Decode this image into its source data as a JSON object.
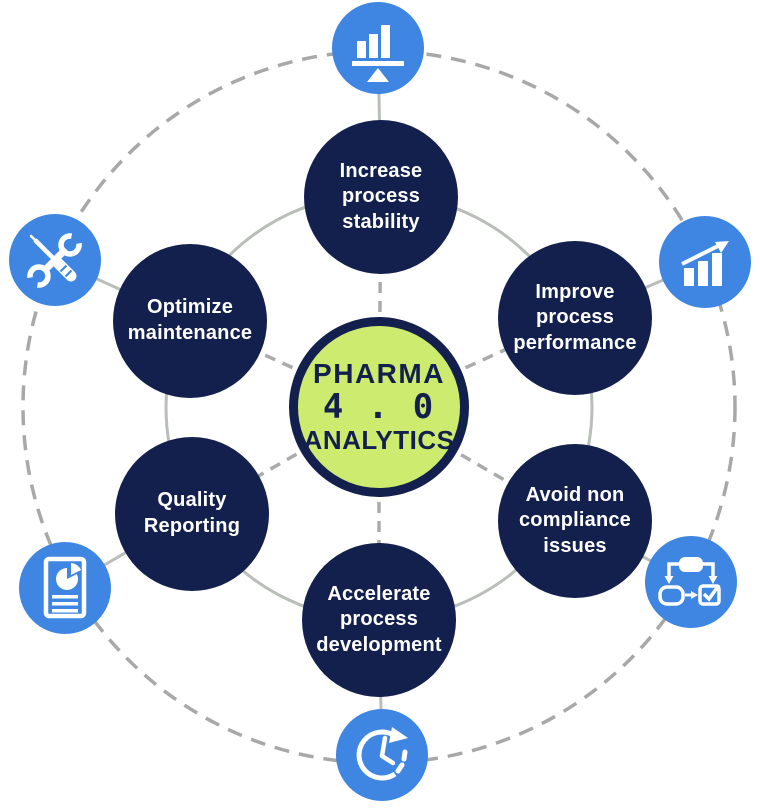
{
  "center": {
    "line1": "PHARMA",
    "line2": "4 . 0",
    "line3": "ANALYTICS"
  },
  "nodes": [
    {
      "label": "Increase\nprocess\nstability",
      "icon": "balance-bar-chart-icon"
    },
    {
      "label": "Improve\nprocess\nperformance",
      "icon": "growth-chart-icon"
    },
    {
      "label": "Avoid non\ncompliance\nissues",
      "icon": "flowchart-check-icon"
    },
    {
      "label": "Accelerate\nprocess\ndevelopment",
      "icon": "clock-rotation-icon"
    },
    {
      "label": "Quality\nReporting",
      "icon": "report-pie-document-icon"
    },
    {
      "label": "Optimize\nmaintenance",
      "icon": "tools-icon"
    }
  ],
  "colors": {
    "node_navy": "#13204e",
    "icon_blue": "#3e86e2",
    "center_green": "#cdec6f",
    "center_text": "#13204e",
    "node_text": "#ffffff",
    "ring_dashed_gray": "#a7a9a7",
    "ring_solid_gray": "#b9beb9"
  }
}
